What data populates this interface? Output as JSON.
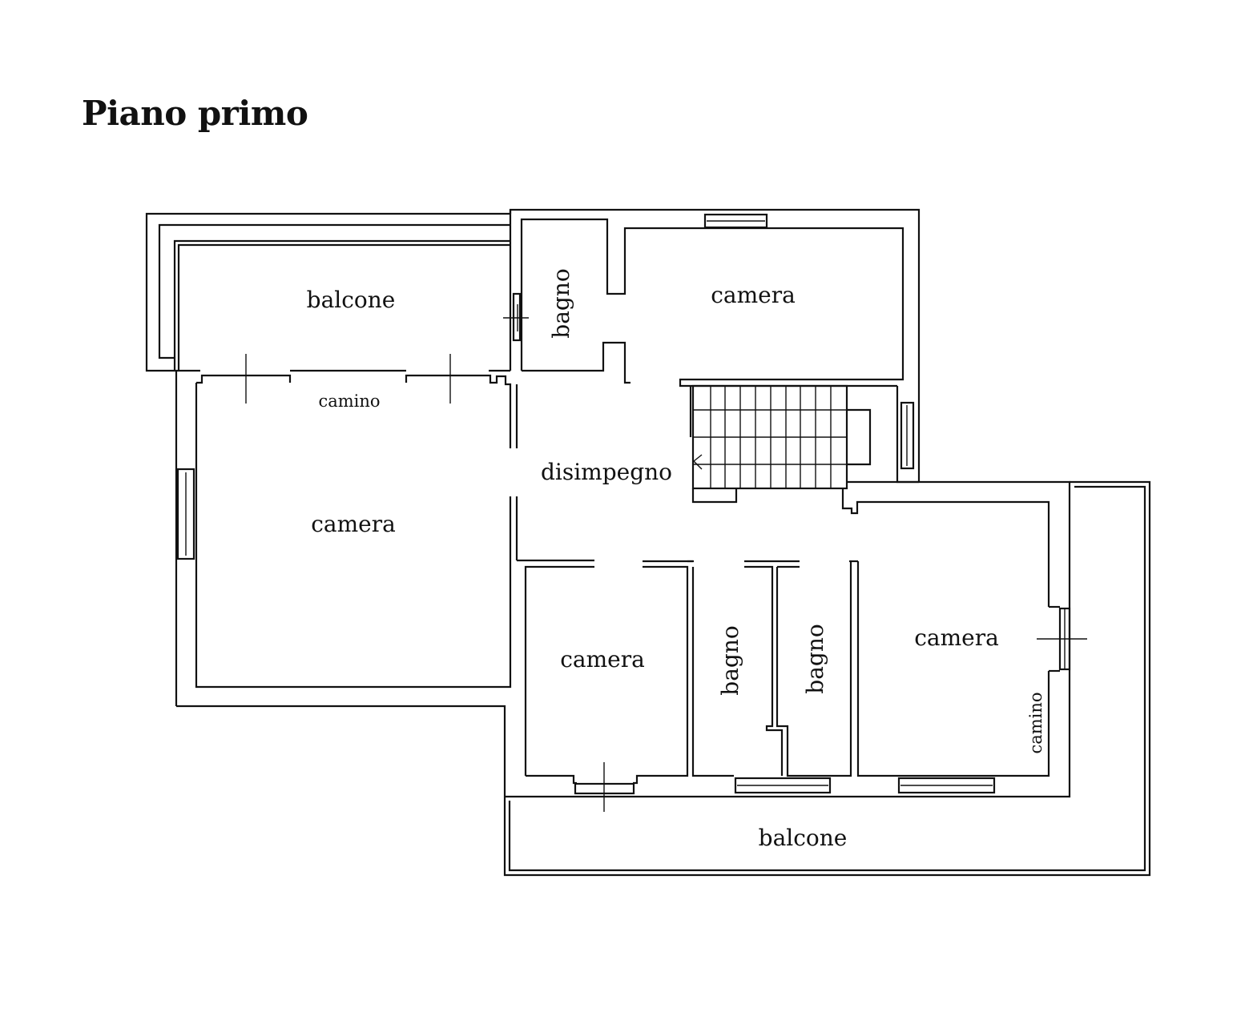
{
  "title": "Piano primo",
  "colors": {
    "line": "#111111",
    "background": "#ffffff"
  },
  "rooms": {
    "balcone_north": "balcone",
    "bagno_north": "bagno",
    "camera_north": "camera",
    "camino_north": "camino",
    "camera_west": "camera",
    "disimpegno": "disimpegno",
    "camera_south_center": "camera",
    "bagno_south_1": "bagno",
    "bagno_south_2": "bagno",
    "camera_southeast": "camera",
    "camino_east": "camino",
    "balcone_south": "balcone"
  }
}
